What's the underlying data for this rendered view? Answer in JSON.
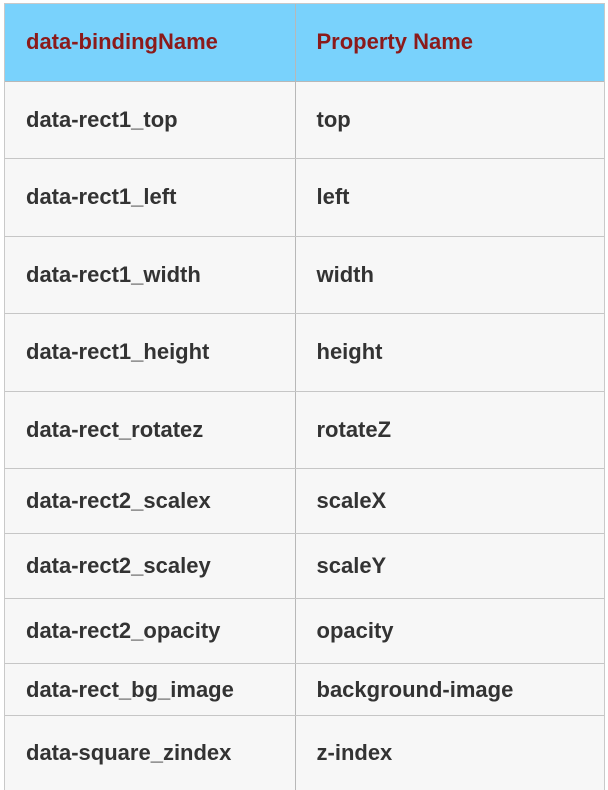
{
  "table": {
    "headers": [
      "data-bindingName",
      "Property Name"
    ],
    "rows": [
      [
        "data-rect1_top",
        "top"
      ],
      [
        "data-rect1_left",
        "left"
      ],
      [
        "data-rect1_width",
        "width"
      ],
      [
        "data-rect1_height",
        "height"
      ],
      [
        "data-rect_rotatez",
        "rotateZ"
      ],
      [
        "data-rect2_scalex",
        "scaleX"
      ],
      [
        "data-rect2_scaley",
        "scaleY"
      ],
      [
        "data-rect2_opacity",
        "opacity"
      ],
      [
        "data-rect_bg_image",
        "background-image"
      ],
      [
        "data-square_zindex",
        "z-index"
      ]
    ]
  },
  "colors": {
    "header_bg": "#79d2fc",
    "header_text": "#8b1a1a",
    "cell_bg": "#f7f7f7",
    "cell_text": "#333333"
  }
}
